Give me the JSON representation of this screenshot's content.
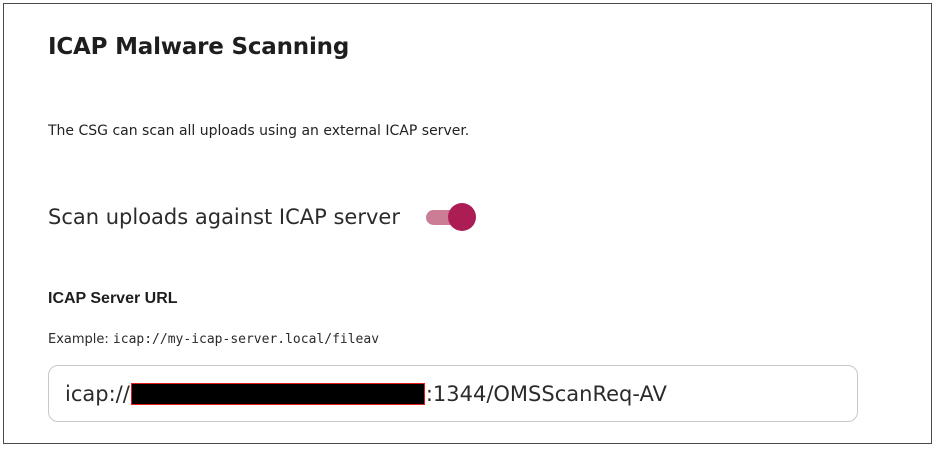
{
  "section": {
    "title": "ICAP Malware Scanning",
    "description": "The CSG can scan all uploads using an external ICAP server."
  },
  "scan_toggle": {
    "label": "Scan uploads against ICAP server",
    "enabled": true,
    "track_color": "#cc7d96",
    "thumb_color": "#ad1d55"
  },
  "server_url_field": {
    "label": "ICAP Server URL",
    "example_prefix": "Example:",
    "example_value": "icap://my-icap-server.local/fileav",
    "value_prefix": "icap://",
    "value_suffix": ":1344/OMSScanReq-AV"
  }
}
